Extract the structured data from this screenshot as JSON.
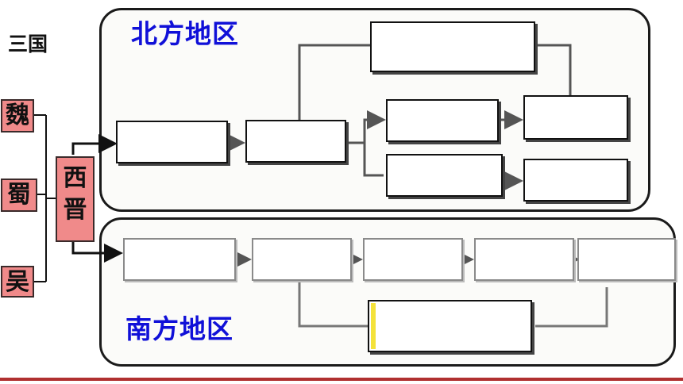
{
  "left": {
    "sanguo_label": "三国",
    "kingdoms": [
      "魏",
      "蜀",
      "吴"
    ],
    "xijin_chars": [
      "西",
      "晋"
    ]
  },
  "north": {
    "title": "北方地区"
  },
  "south": {
    "title": "南方地区"
  },
  "colors": {
    "region_title": "#1010d8",
    "kingdom_fill": "#f08a8a",
    "region_border": "#1a1a1a",
    "footer_line": "#b03030",
    "highlight_bar": "#f4e23a"
  }
}
